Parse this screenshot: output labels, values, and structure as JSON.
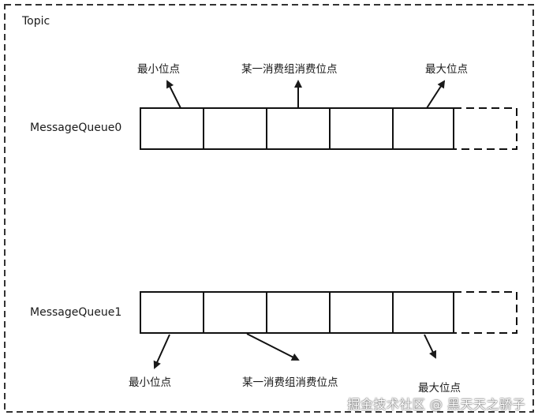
{
  "topic": {
    "title": "Topic"
  },
  "queues": [
    {
      "name": "MessageQueue0",
      "labels": {
        "min": "最小位点",
        "group": "某一消费组消费位点",
        "max": "最大位点"
      }
    },
    {
      "name": "MessageQueue1",
      "labels": {
        "min": "最小位点",
        "group": "某一消费组消费位点",
        "max": "最大位点"
      }
    }
  ],
  "watermark": "掘金技术社区 @ 黑天天之骄子"
}
